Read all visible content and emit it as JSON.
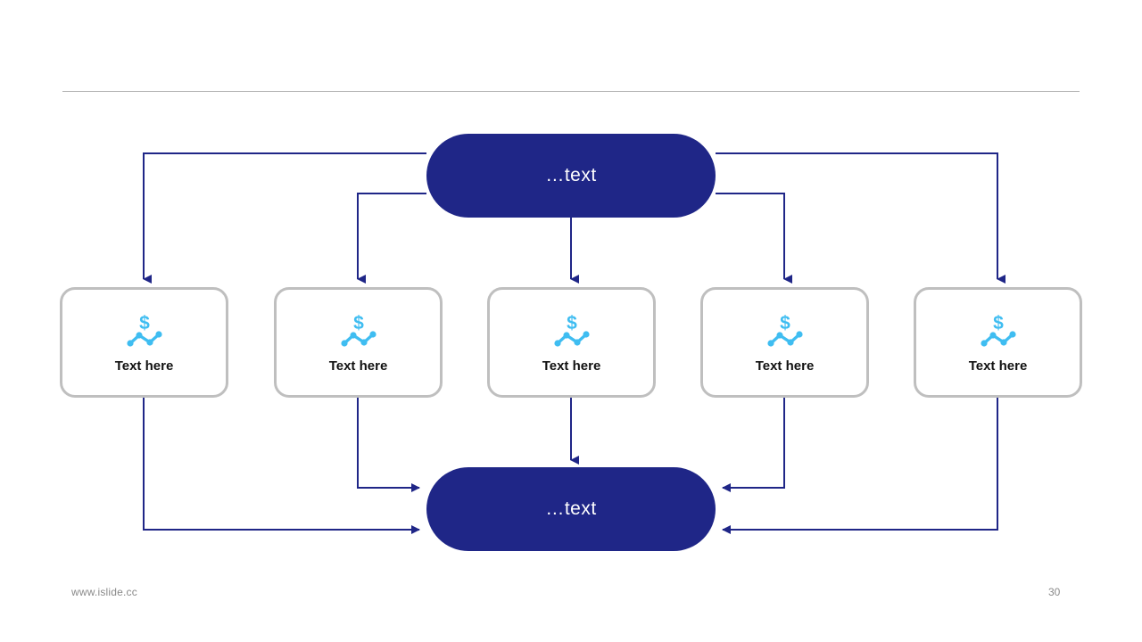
{
  "slide": {
    "background_color": "#ffffff",
    "divider_color": "#b0b0b0"
  },
  "theme": {
    "node_fill": "#1F2687",
    "node_text_color": "#ffffff",
    "card_border": "#bfbfbf",
    "card_fill": "#ffffff",
    "icon_color": "#3FBDF1",
    "connector_color": "#1F2687",
    "footer_text_color": "#8a8a8a"
  },
  "nodes": {
    "top": {
      "label": "…text"
    },
    "bottom": {
      "label": "…text"
    }
  },
  "cards": [
    {
      "label": "Text here",
      "icon": "dollar-line-chart-icon"
    },
    {
      "label": "Text here",
      "icon": "dollar-line-chart-icon"
    },
    {
      "label": "Text here",
      "icon": "dollar-line-chart-icon"
    },
    {
      "label": "Text here",
      "icon": "dollar-line-chart-icon"
    },
    {
      "label": "Text here",
      "icon": "dollar-line-chart-icon"
    }
  ],
  "footer": {
    "url": "www.islide.cc",
    "page_number": "30"
  }
}
